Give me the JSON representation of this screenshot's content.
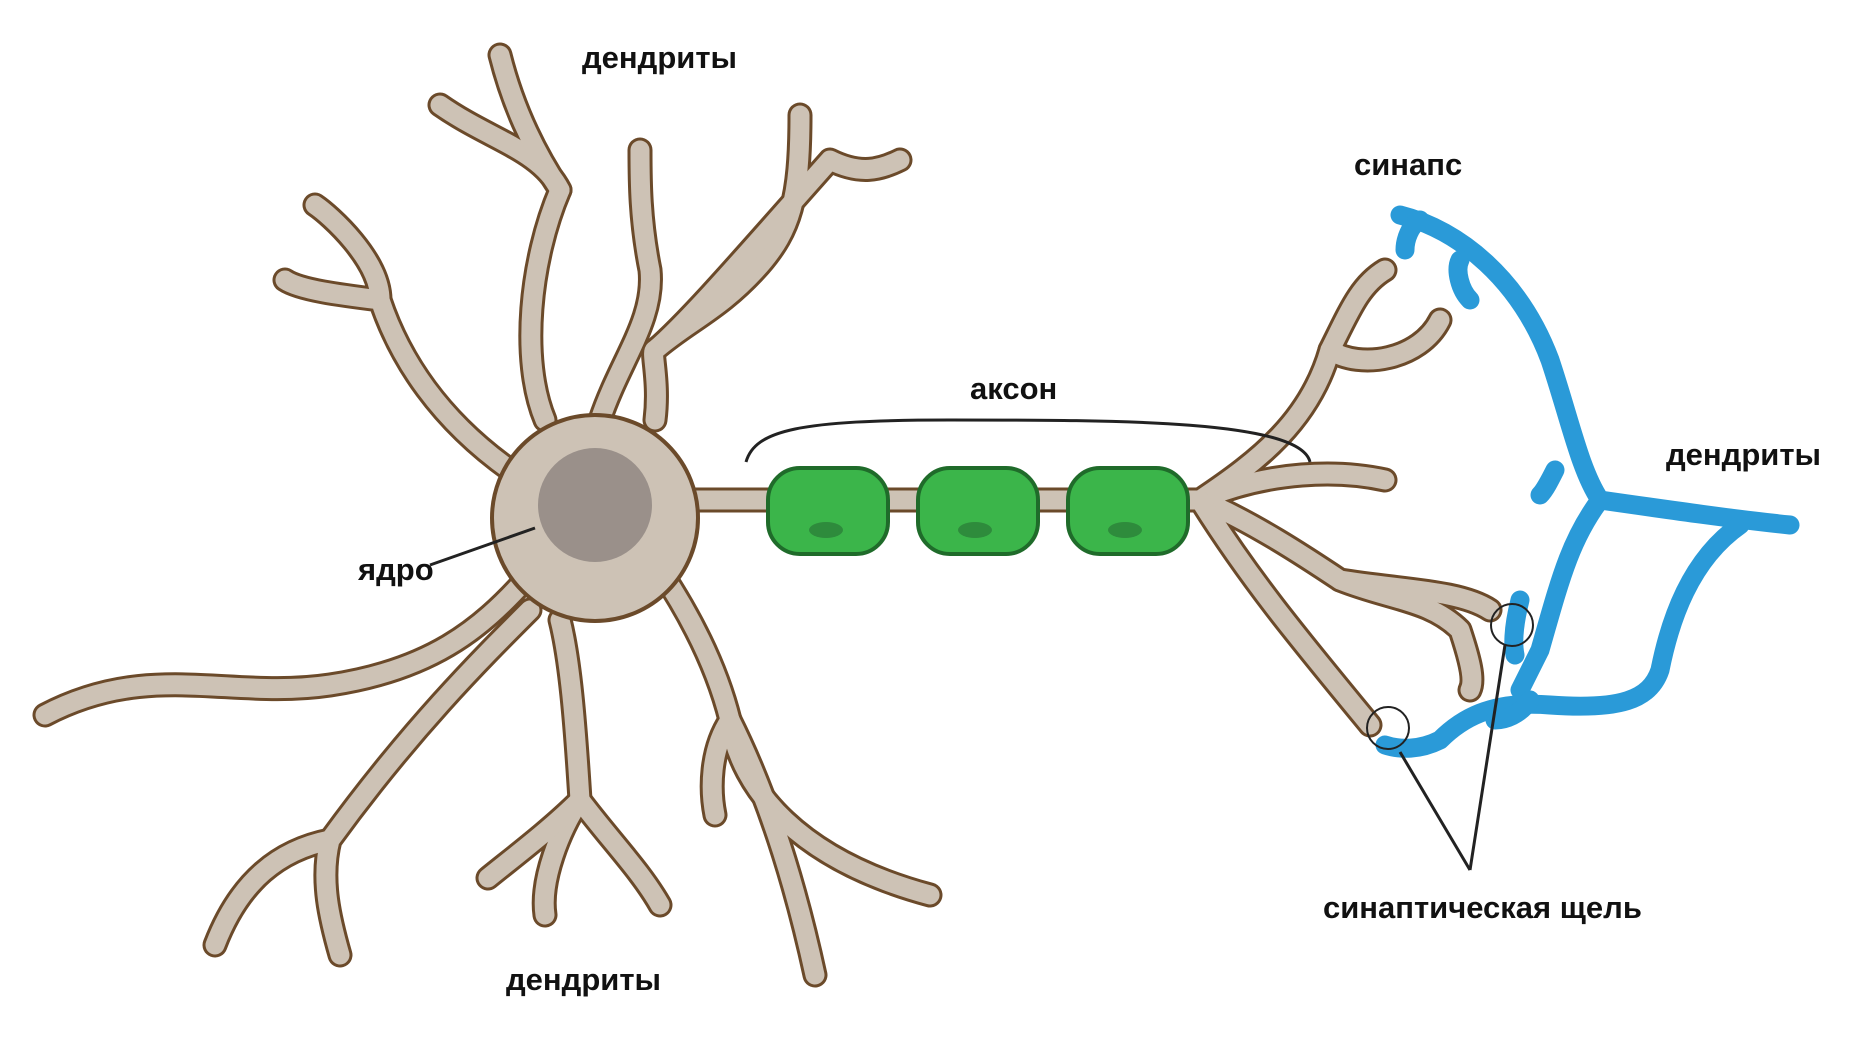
{
  "labels": {
    "dendrites_top": "дендриты",
    "dendrites_bottom": "дендриты",
    "dendrites_right": "дендриты",
    "nucleus": "ядро",
    "axon": "аксон",
    "synapse": "синапс",
    "synaptic_cleft": "синаптическая щель"
  },
  "colors": {
    "neuron_fill": "#cdc2b5",
    "neuron_outline": "#6b4a2a",
    "nucleus_fill": "#9a908a",
    "myelin_fill": "#3bb54a",
    "myelin_outline": "#1f6b2a",
    "myelin_dot": "#2e8b3c",
    "second_neuron": "#2a9ad8",
    "second_neuron_outline": "#1e73b4",
    "label_text": "#111111"
  }
}
